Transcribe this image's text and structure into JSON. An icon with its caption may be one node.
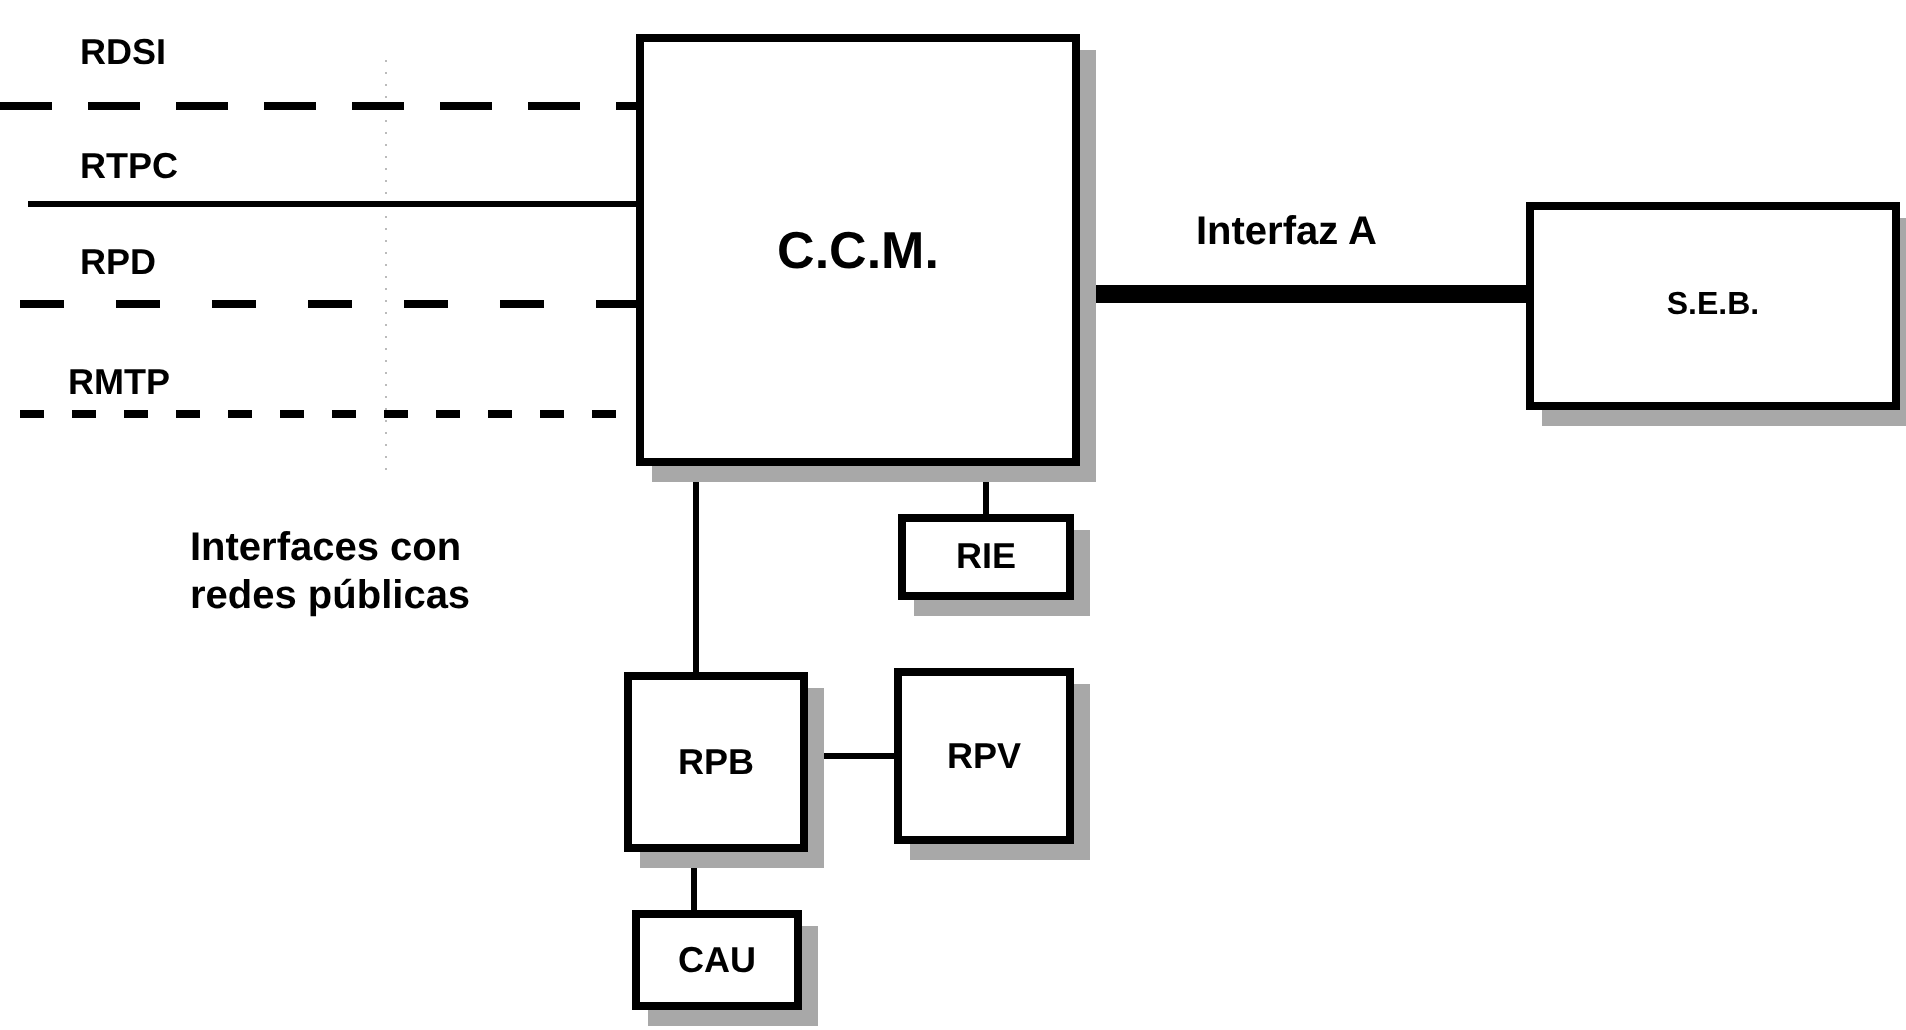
{
  "diagram": {
    "nodes": [
      {
        "text": [
          "C.C.M."
        ]
      },
      {
        "text": [
          "S.E.B."
        ]
      },
      {
        "text": [
          "RIE"
        ]
      },
      {
        "text": [
          "RPB"
        ]
      },
      {
        "text": [
          "RPV"
        ]
      },
      {
        "text": [
          "CAU"
        ]
      }
    ],
    "edges": [
      {
        "from": null,
        "to": 0,
        "arrow": "none",
        "label": "RDSI",
        "style": "dashed"
      },
      {
        "from": null,
        "to": 0,
        "arrow": "none",
        "label": "RTPC"
      },
      {
        "from": null,
        "to": 0,
        "arrow": "none",
        "label": "RPD",
        "style": "dashed"
      },
      {
        "from": null,
        "to": 0,
        "arrow": "none",
        "label": "RMTP",
        "style": "dashed"
      },
      {
        "from": 0,
        "to": 1,
        "arrow": "none",
        "label": "Interfaz A",
        "style": "thick"
      },
      {
        "from": 0,
        "to": 2,
        "arrow": "none"
      },
      {
        "from": 0,
        "to": 3,
        "arrow": "none"
      },
      {
        "from": 3,
        "to": 4,
        "arrow": "none"
      },
      {
        "from": 3,
        "to": 5,
        "arrow": "none"
      }
    ],
    "labels": [
      "Interfaces con redes públicas"
    ]
  }
}
